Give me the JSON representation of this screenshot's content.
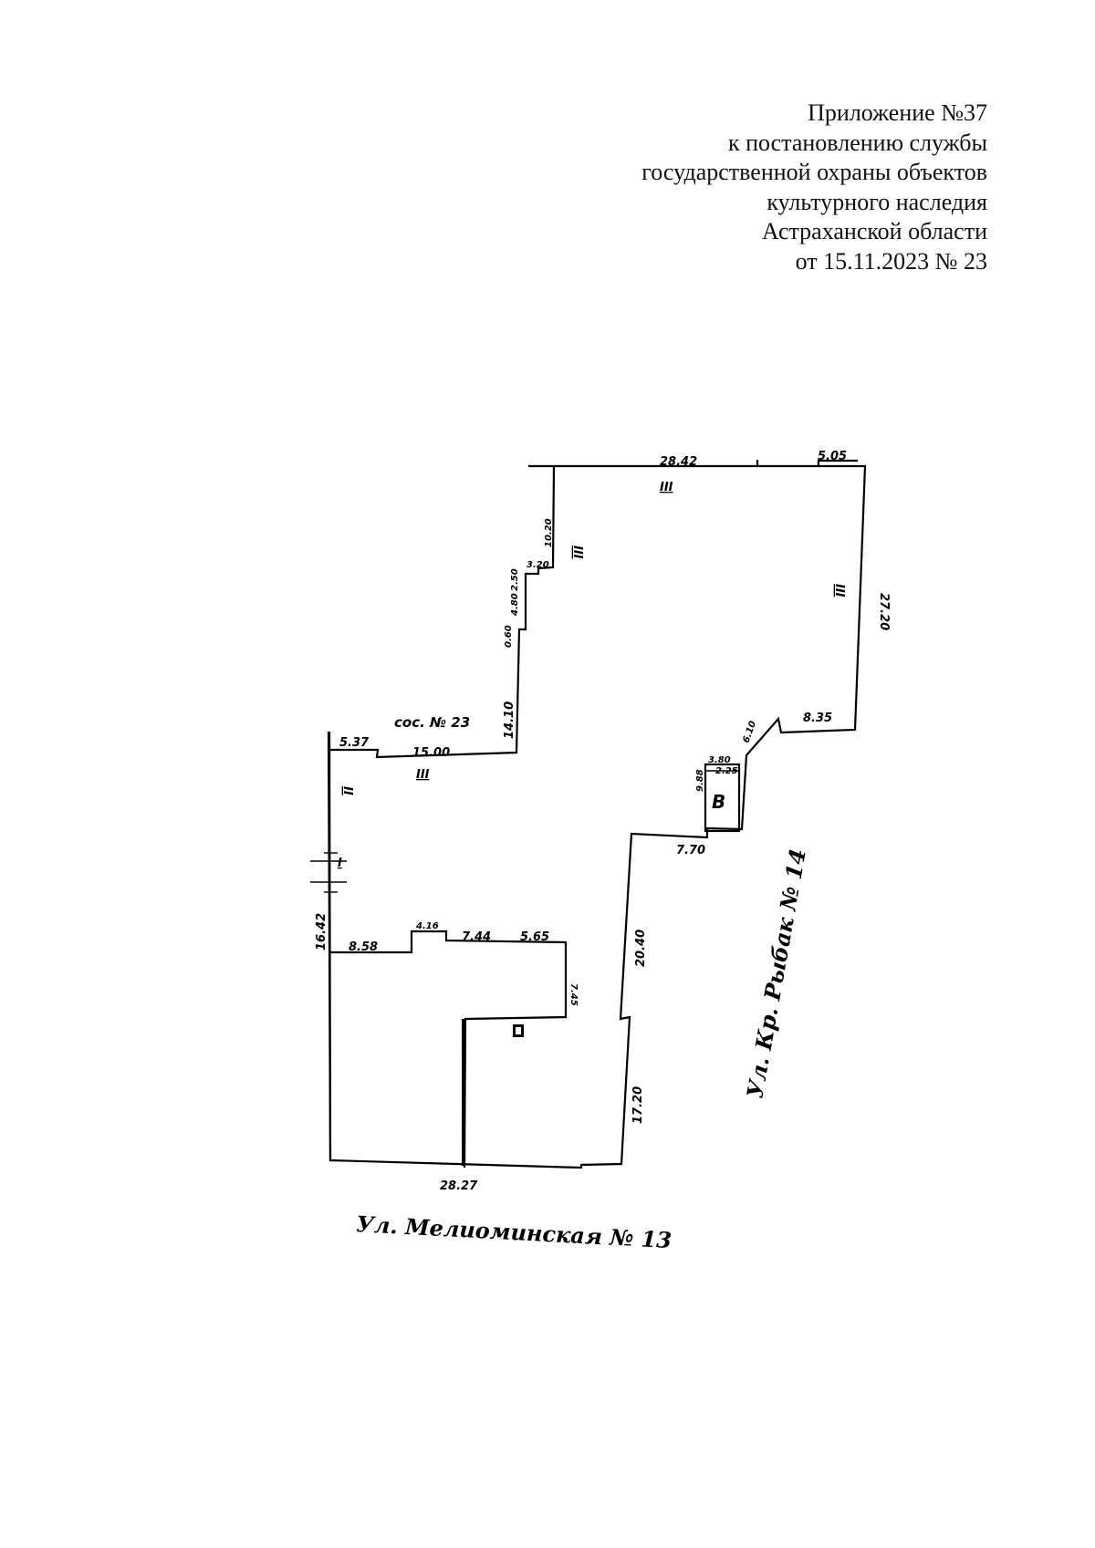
{
  "header": {
    "lines": [
      "Приложение №37",
      "к постановлению службы",
      "государственной охраны объектов",
      "культурного наследия",
      "Астраханской области",
      "от 15.11.2023 № 23"
    ]
  },
  "plan": {
    "dimensions": {
      "top_main": "28.42",
      "top_right": "5.05",
      "right_side": "27.20",
      "step_right": "8.35",
      "diag": "6.10",
      "notch_top": "3.80",
      "notch_inner": "2.25",
      "notch_side": "9.88",
      "step_bottom": "7.70",
      "right_lower": "20.40",
      "right_bottom": "17.20",
      "bottom": "28.27",
      "left_top": "5.37",
      "mid_top": "15.00",
      "mid_vertical": "14.10",
      "step_a": "3.20",
      "step_b": "10.20",
      "step_c": "2.50",
      "step_d": "4.80",
      "step_e": "0.60",
      "left_side": "16.42",
      "inner_a": "8.58",
      "inner_b": "4.16",
      "inner_c": "7.44",
      "inner_d": "5.65",
      "inner_e": "7.45"
    },
    "labels": {
      "neighbor": "сос. № 23",
      "building_letter": "В",
      "roman_1": "I",
      "roman_2": "II",
      "roman_3": "III"
    },
    "streets": {
      "bottom": "Ул. Мелиоминская № 13",
      "right": "Ул. Кр. Рыбак № 14"
    }
  }
}
